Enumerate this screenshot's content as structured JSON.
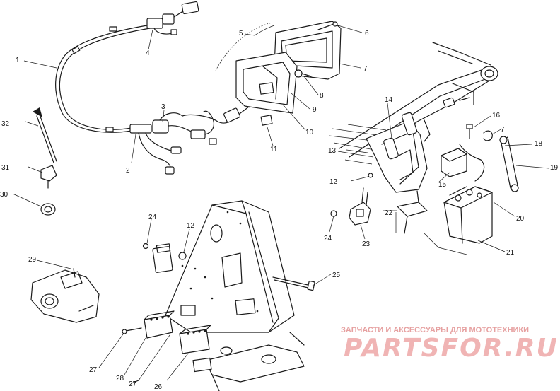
{
  "callouts": {
    "c1": "1",
    "c2": "2",
    "c3": "3",
    "c4": "4",
    "c5": "5",
    "c6": "6",
    "c7": "7",
    "c7b": "7",
    "c8": "8",
    "c9": "9",
    "c10": "10",
    "c11": "11",
    "c12": "12",
    "c12b": "12",
    "c13": "13",
    "c14": "14",
    "c15": "15",
    "c16": "16",
    "c18": "18",
    "c19": "19",
    "c20": "20",
    "c21": "21",
    "c22": "22",
    "c23": "23",
    "c24": "24",
    "c24b": "24",
    "c25": "25",
    "c26": "26",
    "c27": "27",
    "c27b": "27",
    "c28": "28",
    "c29": "29",
    "c30": "30",
    "c31": "31",
    "c32": "32"
  },
  "watermark": {
    "line1": "ЗАПЧАСТИ И АКСЕССУАРЫ ДЛЯ МОТОТЕХНИКИ",
    "line2": "PARTSFOR.RU",
    "color_line1": "#e6a0a0",
    "color_line2": "#f0b4b4"
  }
}
